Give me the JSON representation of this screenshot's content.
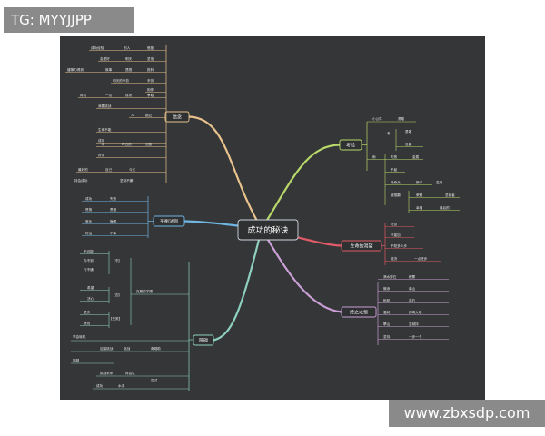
{
  "watermarks": {
    "top_left": "TG: MYYJJPP",
    "bottom_right": "www.zbxsdp.com"
  },
  "mindmap": {
    "center": "成功的秘诀",
    "branches": {
      "faith": {
        "label": "信念",
        "color": "#e9c38e",
        "items": [
          "成功经验",
          "别人",
          "借鉴",
          "会更好",
          "明天",
          "坚信",
          "缝隙力得到",
          "故事",
          "透视",
          "批料",
          "明天的辛劳",
          "辛劳",
          "相伴",
          "再试",
          "一试",
          "成功",
          "争取",
          "我要挑战",
          "人",
          "超过",
          "生命不能",
          "成功",
          "一切",
          "昨日的",
          "沉默",
          "好评",
          "最好的",
          "自己",
          "今天",
          "持会成功",
          "坚持不懈"
        ]
      },
      "balance": {
        "label": "平衡法则",
        "color": "#6fb6e3",
        "items": [
          "成功",
          "失败",
          "赞扬",
          "责难",
          "常乐",
          "悔恨",
          "好运",
          "不幸"
        ]
      },
      "obstacle": {
        "label": "障碍",
        "color": "#8fd1c0",
        "items": [
          "不可能",
          "办不到",
          "行不通",
          "【不】",
          "希望",
          "决心",
          "【去】",
          "坚决",
          "遮挡",
          "【失败】",
          "克服的字眼",
          "学会转机",
          "迎接挑战",
          "挑战",
          "奇观助",
          "挑衅",
          "挑战未来",
          "再尝试",
          "尝试",
          "成功",
          "水手",
          "乘风破浪"
        ]
      },
      "exam": {
        "label": "考验",
        "color": "#b9d86a",
        "items": [
          "小公牛",
          "勇敢",
          "冬",
          "勇敢",
          "没能",
          "雨",
          "失败",
          "金属",
          "不屈",
          "冷杀兵",
          "狮子",
          "被推翻",
          "滥用",
          "坚韧者",
          "荣耀",
          "幸福",
          "最后的",
          "美丽"
        ]
      },
      "life": {
        "label": "生命的渴望",
        "color": "#e05b67",
        "items": [
          "终点",
          "只能加",
          "不知多少步",
          "毅决",
          "一点进步"
        ]
      },
      "persist": {
        "label": "持之以恒",
        "color": "#c99fd6",
        "items": [
          "滴水穿石",
          "积累",
          "微渗",
          "南山",
          "蚂蚁",
          "岩石",
          "温润",
          "即将大观",
          "攀山",
          "坚韧持",
          "坚持",
          "一步一个"
        ]
      }
    }
  }
}
